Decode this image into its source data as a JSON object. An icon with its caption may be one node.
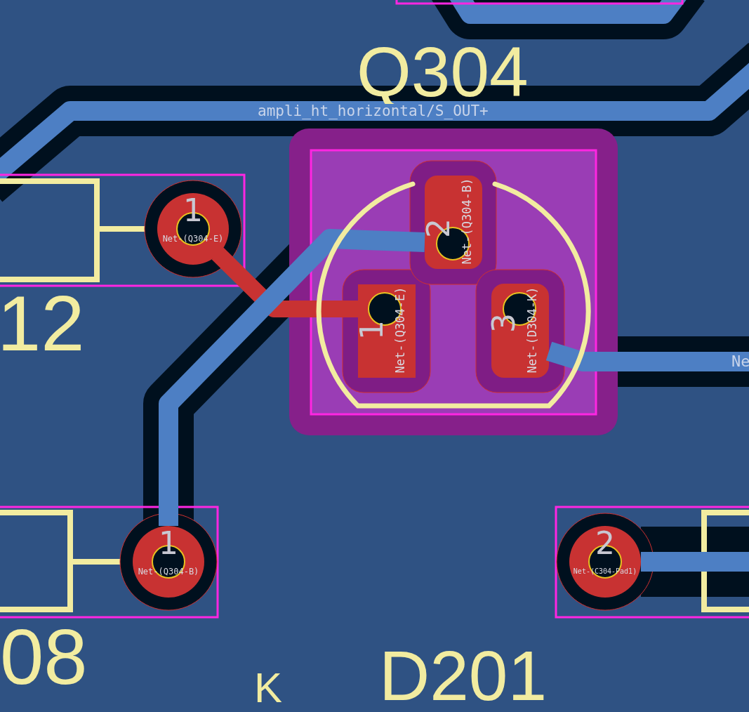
{
  "diagram": {
    "nodes": [
      {
        "text": [
          "Q304"
        ]
      },
      {
        "text": [
          "1",
          "Net-(Q304-E)"
        ],
        "in": 0
      },
      {
        "text": [
          "2",
          "Net-(Q304-B)"
        ],
        "in": 0
      },
      {
        "text": [
          "3",
          "Net-(D304-K)"
        ],
        "in": 0
      },
      {
        "text": [
          "1",
          "Net-(Q304-E)"
        ]
      },
      {
        "text": [
          "1",
          "Net-(Q304-B)"
        ]
      },
      {
        "text": [
          "2",
          "Net-(C304-Pad1)"
        ]
      }
    ],
    "edges": [
      {
        "from": 4,
        "to": 1,
        "arrow": "none",
        "color": "#c83232"
      },
      {
        "from": 2,
        "to": 5,
        "arrow": "none"
      },
      {
        "from": 3,
        "to": null,
        "arrow": "none"
      },
      {
        "from": 6,
        "to": null,
        "arrow": "none"
      }
    ],
    "labels": [
      "ampli_ht_horizontal/S_OUT+",
      "12",
      "Ne",
      "08",
      "K",
      "D201"
    ]
  }
}
